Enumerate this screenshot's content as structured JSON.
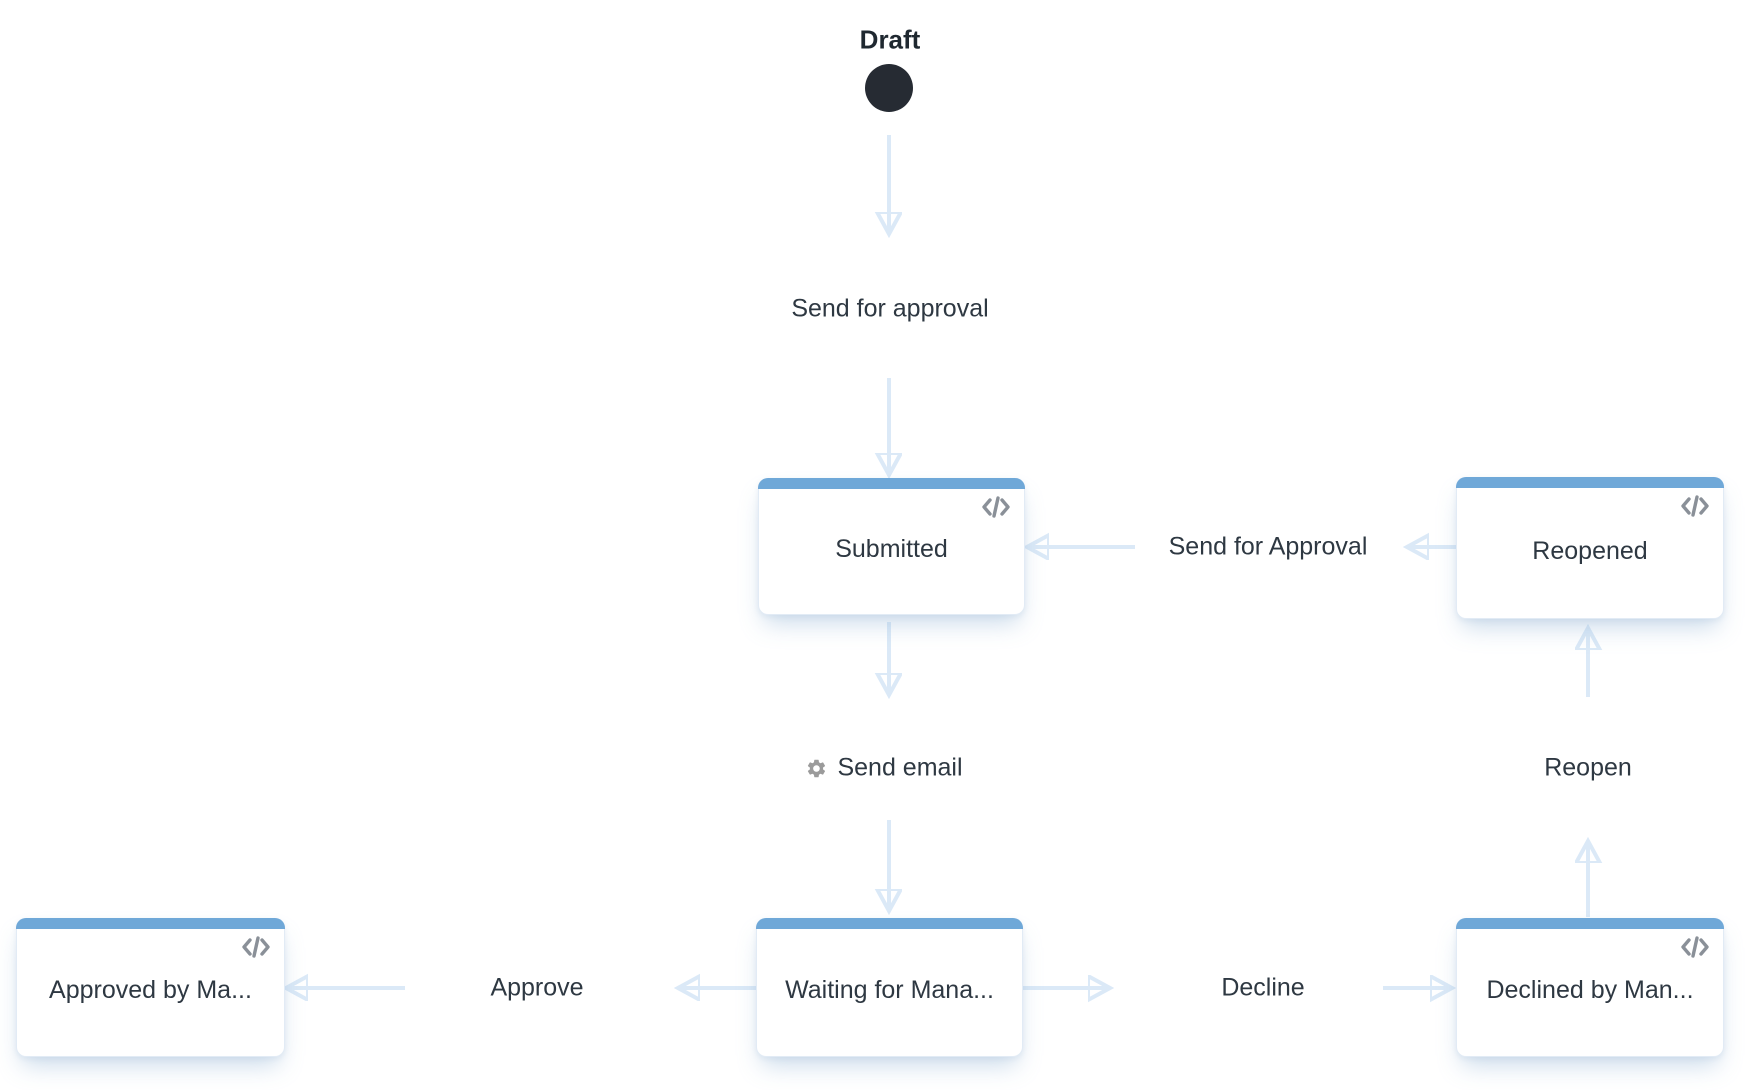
{
  "colors": {
    "background": "#ffffff",
    "state_accent_bar": "#6fa8d8",
    "arrow": "#dbe9f7",
    "start_node": "#262b33",
    "node_text": "#2e3842",
    "code_icon": "#8a9098",
    "gear_icon": "#9b9b9b"
  },
  "start_node": {
    "label": "Draft"
  },
  "states": [
    {
      "id": "submitted",
      "label": "Submitted",
      "has_code_icon": true
    },
    {
      "id": "reopened",
      "label": "Reopened",
      "has_code_icon": true
    },
    {
      "id": "waiting-for-manager",
      "label": "Waiting for Mana...",
      "has_code_icon": false
    },
    {
      "id": "approved-by-manager",
      "label": "Approved by Ma...",
      "has_code_icon": true
    },
    {
      "id": "declined-by-manager",
      "label": "Declined by Man...",
      "has_code_icon": true
    }
  ],
  "transitions": [
    {
      "label": "Send for approval",
      "from": "Draft",
      "to": "Submitted",
      "has_gear_icon": false
    },
    {
      "label": "Send for Approval",
      "from": "Reopened",
      "to": "Submitted",
      "has_gear_icon": false
    },
    {
      "label": "Send email",
      "from": "Submitted",
      "to": "Waiting for Mana...",
      "has_gear_icon": true
    },
    {
      "label": "Approve",
      "from": "Waiting for Mana...",
      "to": "Approved by Ma...",
      "has_gear_icon": false
    },
    {
      "label": "Decline",
      "from": "Waiting for Mana...",
      "to": "Declined by Man...",
      "has_gear_icon": false
    },
    {
      "label": "Reopen",
      "from": "Declined by Man...",
      "to": "Reopened",
      "has_gear_icon": false
    }
  ]
}
